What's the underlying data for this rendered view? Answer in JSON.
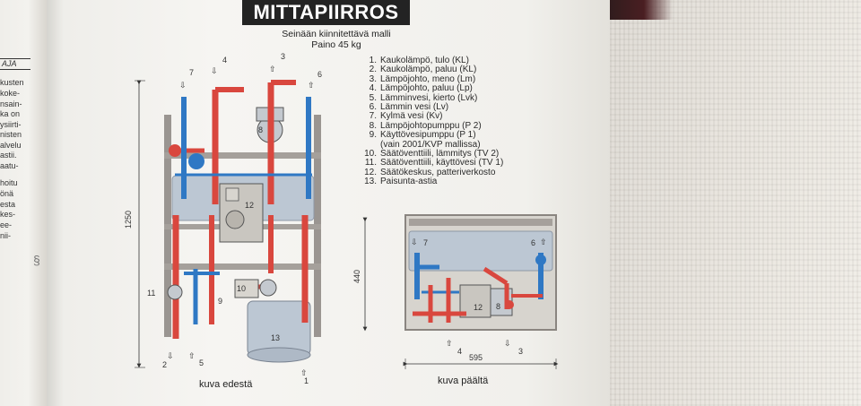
{
  "header": {
    "title": "MITTAPIIRROS",
    "subtitle": "Seinään kiinnitettävä malli",
    "weight": "Paino 45 kg"
  },
  "legend": [
    {
      "num": "1.",
      "text": "Kaukolämpö, tulo (KL)"
    },
    {
      "num": "2.",
      "text": "Kaukolämpö, paluu (KL)"
    },
    {
      "num": "3.",
      "text": "Lämpöjohto, meno (Lm)"
    },
    {
      "num": "4.",
      "text": "Lämpöjohto, paluu (Lp)"
    },
    {
      "num": "5.",
      "text": "Lämminvesi, kierto (Lvk)"
    },
    {
      "num": "6.",
      "text": "Lämmin vesi (Lv)"
    },
    {
      "num": "7.",
      "text": "Kylmä vesi (Kv)"
    },
    {
      "num": "8.",
      "text": "Lämpöjohtopumppu (P 2)"
    },
    {
      "num": "9.",
      "text": "Käyttövesipumppu (P 1)"
    },
    {
      "num": "",
      "text": "(vain 2001/KVP mallissa)"
    },
    {
      "num": "10.",
      "text": "Säätöventtiili, lämmitys (TV 2)"
    },
    {
      "num": "11.",
      "text": "Säätöventtiili, käyttövesi (TV 1)"
    },
    {
      "num": "12.",
      "text": "Säätökeskus, patteriverkosto"
    },
    {
      "num": "13.",
      "text": "Paisunta-astia"
    }
  ],
  "front_view": {
    "caption": "kuva edestä",
    "height_label": "1250",
    "callouts": [
      "1",
      "2",
      "3",
      "4",
      "5",
      "6",
      "7",
      "8",
      "9",
      "10",
      "11",
      "12",
      "13"
    ]
  },
  "top_view": {
    "caption": "kuva päältä",
    "height_label": "440",
    "width_label": "595",
    "callouts": [
      "3",
      "4",
      "6",
      "7",
      "8",
      "12"
    ]
  },
  "left_page": {
    "heading": "AJA",
    "fragments": [
      "kusten",
      "koke-",
      "nsain-",
      "ka on",
      "ysiirti-",
      "nisten",
      "alvelu",
      "astii.",
      "aatu-",
      "hoitu",
      "önä",
      "esta",
      "kes-",
      "ee-",
      "nii-"
    ]
  },
  "colors": {
    "hot": "#d9473e",
    "cold": "#2f78c4",
    "frame": "#9a9591",
    "panel": "#bcc7d3"
  }
}
